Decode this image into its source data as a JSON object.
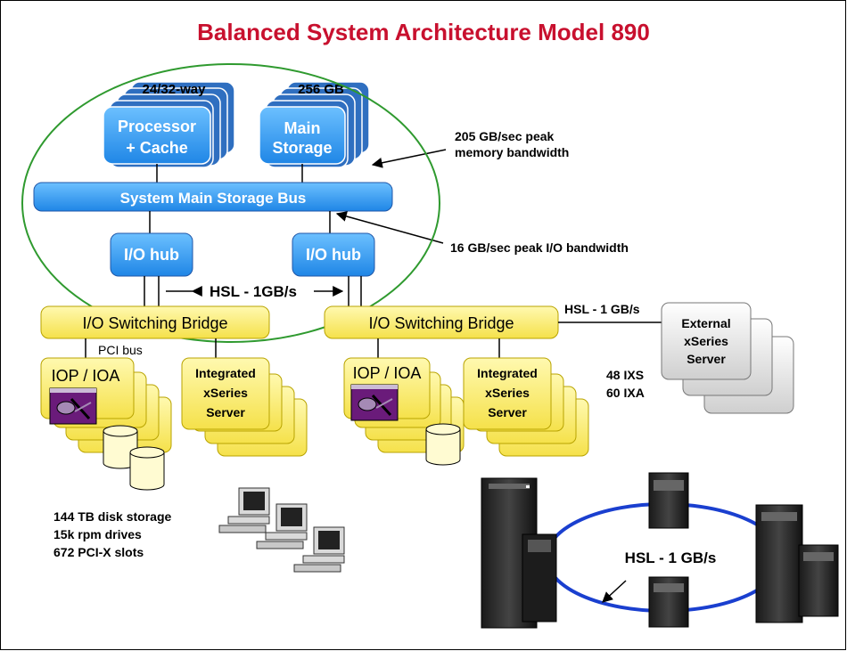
{
  "title": "Balanced System Architecture Model 890",
  "processor": {
    "count": "24/32-way",
    "line1": "Processor",
    "line2": "+ Cache"
  },
  "storage": {
    "size": "256 GB",
    "line1": "Main",
    "line2": "Storage"
  },
  "memory_bw": {
    "line1": "205 GB/sec peak",
    "line2": "memory bandwidth"
  },
  "bus_label": "System Main Storage Bus",
  "io_hub_left": "I/O hub",
  "io_hub_right": "I/O hub",
  "io_bw": "16 GB/sec peak I/O bandwidth",
  "hsl_center": "HSL - 1GB/s",
  "bridge_left": "I/O Switching Bridge",
  "bridge_right": "I/O Switching Bridge",
  "hsl_right": "HSL - 1 GB/s",
  "pci_bus": "PCI bus",
  "iop_left": "IOP / IOA",
  "iop_right": "IOP / IOA",
  "ixs_left": {
    "line1": "Integrated",
    "line2": "xSeries",
    "line3": "Server"
  },
  "ixs_right": {
    "line1": "Integrated",
    "line2": "xSeries",
    "line3": "Server"
  },
  "external": {
    "line1": "External",
    "line2": "xSeries",
    "line3": "Server"
  },
  "ixs_counts": {
    "line1": "48 IXS",
    "line2": "60 IXA"
  },
  "disk_stats": {
    "line1": "144 TB disk storage",
    "line2": "15k rpm drives",
    "line3": "672 PCI-X slots"
  },
  "hsl_ring": "HSL - 1 GB/s",
  "colors": {
    "title": "#c8102e",
    "blue_box": "#3b9df0",
    "blue_shadow": "#2057a8",
    "yellow": "#fff27a",
    "ellipse": "#2f9a2f",
    "purple": "#6a1b7a",
    "ring": "#1a3fcf"
  }
}
